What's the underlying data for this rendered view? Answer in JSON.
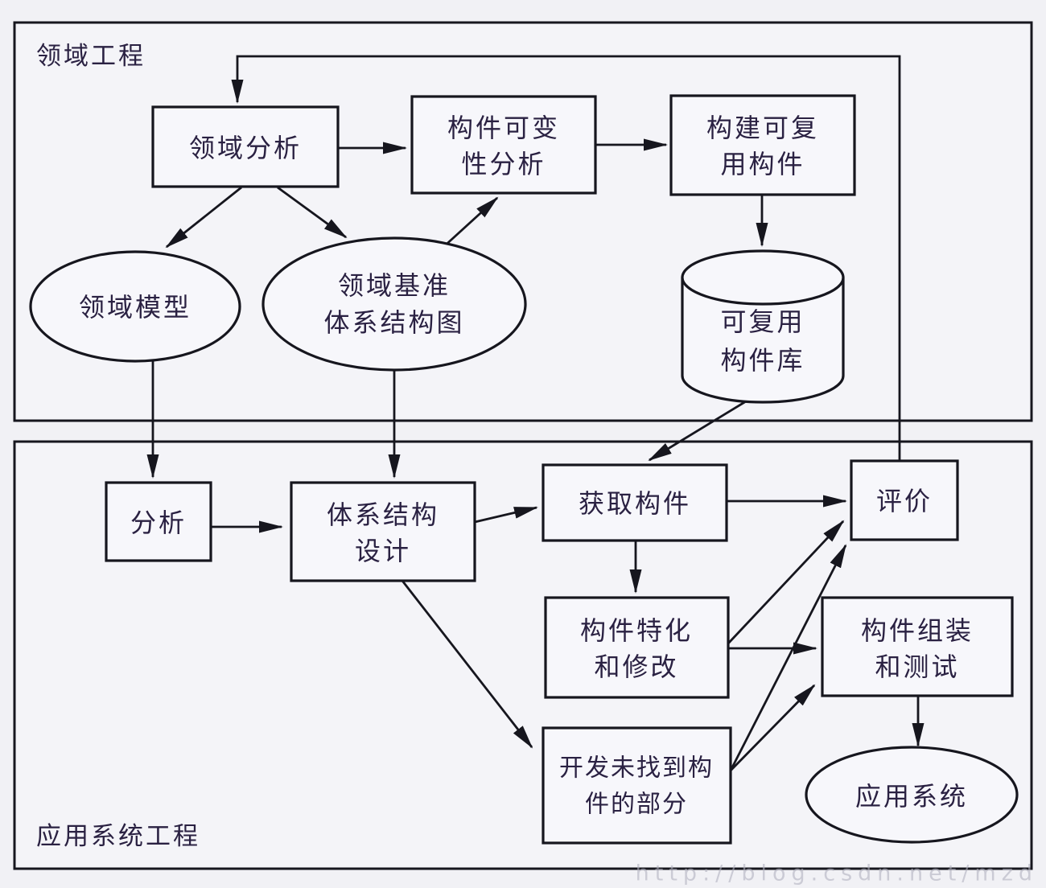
{
  "diagram": {
    "top_section_label": "领域工程",
    "bottom_section_label": "应用系统工程",
    "watermark": "http://blog.csdn.net/mzd",
    "colors": {
      "line": "#16161e",
      "text": "#2a2142",
      "background": "#f1f1f5",
      "shape_fill": "#f7f7fb",
      "watermark": "#b2b2c0"
    }
  },
  "nodes": {
    "domain_analysis": {
      "line1": "领域分析"
    },
    "variability_analysis": {
      "line1": "构件可变",
      "line2": "性分析"
    },
    "build_reusable": {
      "line1": "构建可复",
      "line2": "用构件"
    },
    "domain_model": {
      "line1": "领域模型"
    },
    "domain_architecture": {
      "line1": "领域基准",
      "line2": "体系结构图"
    },
    "reusable_library": {
      "line1": "可复用",
      "line2": "构件库"
    },
    "analysis": {
      "line1": "分析"
    },
    "architecture_design": {
      "line1": "体系结构",
      "line2": "设计"
    },
    "acquire_components": {
      "line1": "获取构件"
    },
    "evaluate": {
      "line1": "评价"
    },
    "specialize_modify": {
      "line1": "构件特化",
      "line2": "和修改"
    },
    "assemble_test": {
      "line1": "构件组装",
      "line2": "和测试"
    },
    "develop_missing": {
      "line1": "开发未找到构",
      "line2": "件的部分"
    },
    "application_system": {
      "line1": "应用系统"
    }
  }
}
